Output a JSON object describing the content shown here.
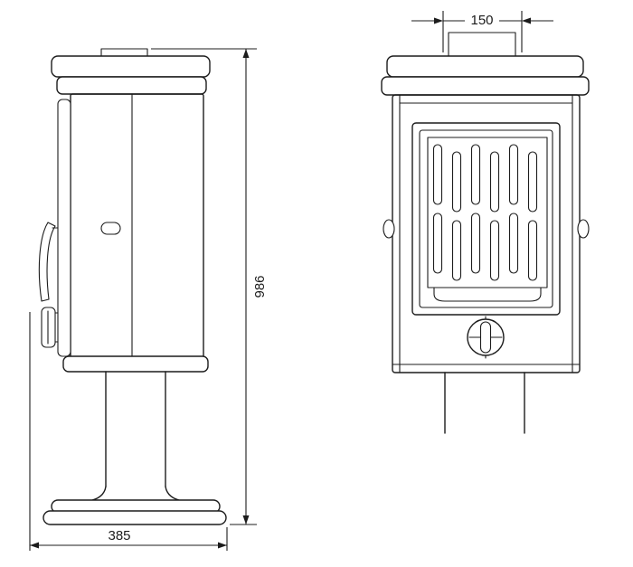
{
  "drawing": {
    "title": "stove-two-view-technical-drawing",
    "dimensions": {
      "flue_width": "150",
      "overall_height": "986",
      "base_depth": "385"
    }
  },
  "colors": {
    "line": "#1c1c1c",
    "background": "#ffffff"
  }
}
